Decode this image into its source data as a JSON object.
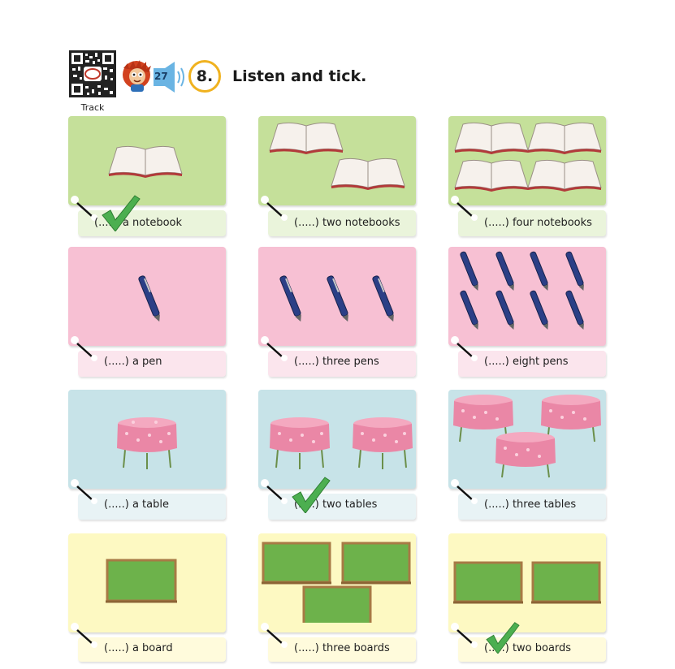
{
  "header": {
    "track_label": "Track",
    "track_number": "27",
    "exercise_number": "8.",
    "instruction": "Listen and tick."
  },
  "colors": {
    "notebook_bg": "#c5e09a",
    "pen_bg": "#f7c0d3",
    "table_bg": "#c7e3e8",
    "board_bg": "#fdf9c2",
    "tick": "#4caf50",
    "badge_ring": "#f0b21f"
  },
  "rows": [
    {
      "topic": "notebook",
      "items": [
        {
          "label": "(.....) a notebook",
          "ticked": true
        },
        {
          "label": "(.....) two notebooks",
          "ticked": false
        },
        {
          "label": "(.....) four notebooks",
          "ticked": false
        }
      ]
    },
    {
      "topic": "pen",
      "items": [
        {
          "label": "(.....) a pen",
          "ticked": false
        },
        {
          "label": "(.....) three pens",
          "ticked": false
        },
        {
          "label": "(.....) eight pens",
          "ticked": false
        }
      ]
    },
    {
      "topic": "table",
      "items": [
        {
          "label": "(.....) a table",
          "ticked": false
        },
        {
          "label": "(.....) two tables",
          "ticked": true
        },
        {
          "label": "(.....) three tables",
          "ticked": false
        }
      ]
    },
    {
      "topic": "board",
      "items": [
        {
          "label": "(.....) a board",
          "ticked": false
        },
        {
          "label": "(.....) three boards",
          "ticked": false
        },
        {
          "label": "(.....) two boards",
          "ticked": true
        }
      ]
    }
  ]
}
